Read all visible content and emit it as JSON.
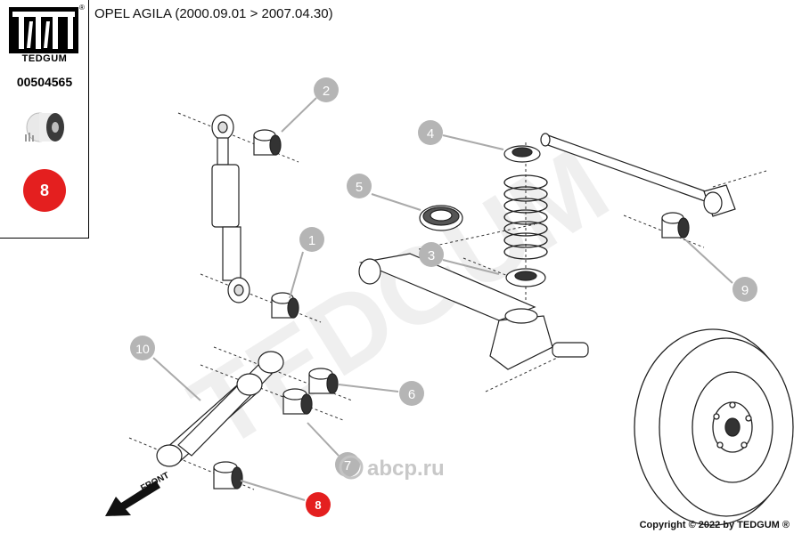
{
  "header": {
    "title": "OPEL AGILA (2000.09.01 > 2007.04.30)"
  },
  "sidebar": {
    "brand": "TEDGUM",
    "registered": "®",
    "part_number": "00504565",
    "highlight_callout": "8"
  },
  "watermark": {
    "text": "TEDGUM",
    "site": "abcp.ru"
  },
  "callouts": [
    {
      "label": "1"
    },
    {
      "label": "2"
    },
    {
      "label": "3"
    },
    {
      "label": "4"
    },
    {
      "label": "5"
    },
    {
      "label": "6"
    },
    {
      "label": "7"
    },
    {
      "label": "8"
    },
    {
      "label": "9"
    },
    {
      "label": "10"
    }
  ],
  "diagram_labels": {
    "front": "FRONT"
  },
  "footer": {
    "copyright": "Copyright © 2022 by TEDGUM ®"
  },
  "colors": {
    "highlight_red": "#e41f1f",
    "callout_gray": "#b5b5b5",
    "watermark_gray": "#e6e6e6"
  }
}
